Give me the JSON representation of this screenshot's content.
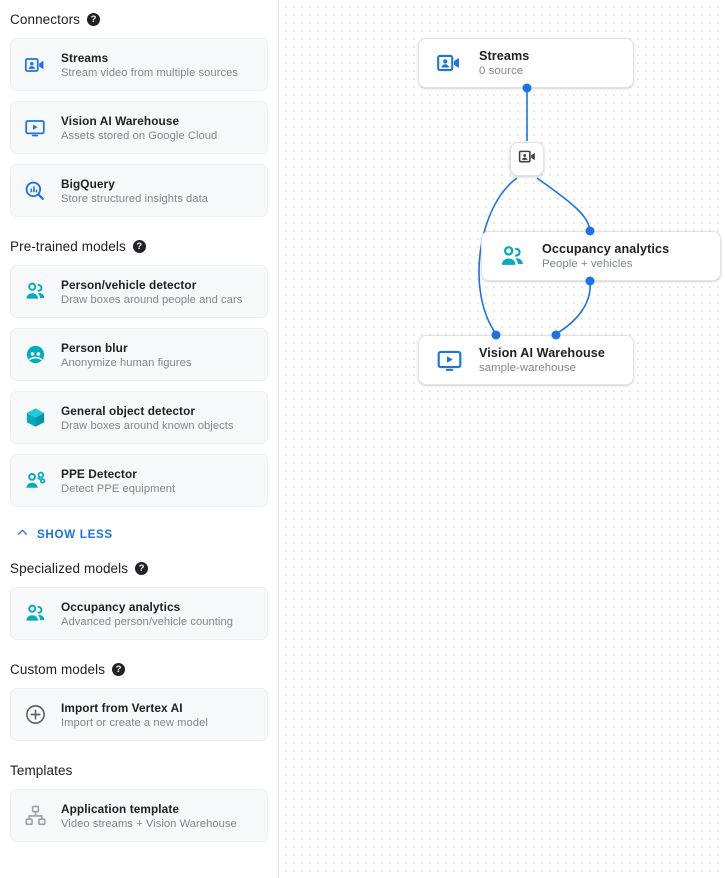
{
  "sidebar": {
    "sections": [
      {
        "title": "Connectors",
        "has_help": true,
        "help_glyph": "?",
        "items": [
          {
            "icon": "video-camera-icon",
            "icon_color": "#1a73e8",
            "title": "Streams",
            "subtitle": "Stream video from multiple sources"
          },
          {
            "icon": "monitor-play-icon",
            "icon_color": "#1a73e8",
            "title": "Vision AI Warehouse",
            "subtitle": "Assets stored on Google Cloud"
          },
          {
            "icon": "bigquery-search-icon",
            "icon_color": "#1a73e8",
            "title": "BigQuery",
            "subtitle": "Store structured insights data"
          }
        ]
      },
      {
        "title": "Pre-trained models",
        "has_help": true,
        "help_glyph": "?",
        "items": [
          {
            "icon": "people-icon",
            "icon_color": "#00ACC1",
            "title": "Person/vehicle detector",
            "subtitle": "Draw boxes around people and cars"
          },
          {
            "icon": "person-blur-icon",
            "icon_color": "#00ACC1",
            "title": "Person blur",
            "subtitle": "Anonymize human figures"
          },
          {
            "icon": "cube-icon",
            "icon_color": "#00ACC1",
            "title": "General object detector",
            "subtitle": "Draw boxes around known objects"
          },
          {
            "icon": "ppe-person-icon",
            "icon_color": "#00ACC1",
            "title": "PPE Detector",
            "subtitle": "Detect PPE equipment"
          }
        ]
      },
      {
        "title": "Specialized models",
        "has_help": true,
        "help_glyph": "?",
        "items": [
          {
            "icon": "people-icon",
            "icon_color": "#00ACC1",
            "title": "Occupancy analytics",
            "subtitle": "Advanced person/vehicle counting"
          }
        ]
      },
      {
        "title": "Custom models",
        "has_help": true,
        "help_glyph": "?",
        "items": [
          {
            "icon": "plus-circle-icon",
            "icon_color": "#5f6368",
            "title": "Import from Vertex AI",
            "subtitle": "Import or create a new model"
          }
        ]
      },
      {
        "title": "Templates",
        "has_help": false,
        "help_glyph": "?",
        "items": [
          {
            "icon": "hierarchy-icon",
            "icon_color": "#9aa0a6",
            "title": "Application template",
            "subtitle": "Video streams + Vision Warehouse"
          }
        ]
      }
    ],
    "show_less": {
      "label": "SHOW LESS",
      "icon": "chevron-up-icon",
      "color": "#1a73e8"
    }
  },
  "canvas": {
    "nodes": [
      {
        "id": "streams",
        "icon": "video-camera-icon",
        "icon_color": "#1a73e8",
        "title": "Streams",
        "subtitle": "0 source"
      },
      {
        "id": "occupancy",
        "icon": "people-icon",
        "icon_color": "#00ACC1",
        "title": "Occupancy analytics",
        "subtitle": "People + vehicles"
      },
      {
        "id": "warehouse",
        "icon": "monitor-play-icon",
        "icon_color": "#1a73e8",
        "title": "Vision AI Warehouse",
        "subtitle": "sample-warehouse"
      }
    ],
    "junction": {
      "icon": "video-camera-icon",
      "icon_color": "#3c4043"
    },
    "edge_color": "#1a73e8",
    "port_color": "#1a73e8",
    "grid_dot_color": "#e2e3e6"
  }
}
